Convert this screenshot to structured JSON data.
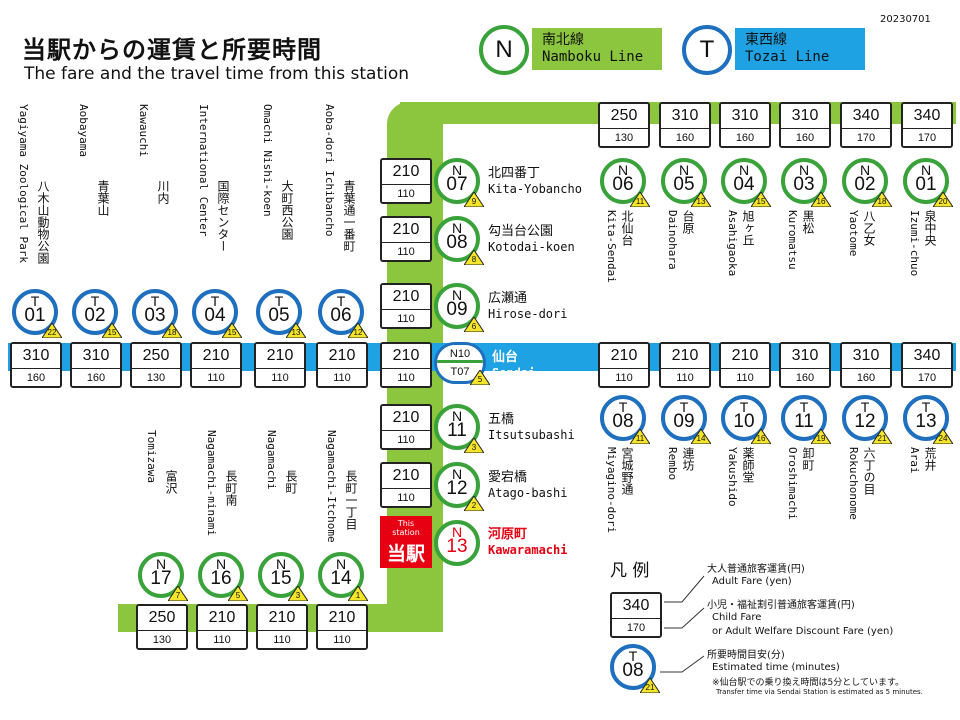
{
  "title_ja": "当駅からの運賃と所要時間",
  "title_en": "The fare and the travel time from this  station",
  "version": "20230701",
  "legend_lines": {
    "namboku": {
      "letter": "N",
      "name_ja": "南北線",
      "name_en": "Namboku Line",
      "color": "#8cc63f"
    },
    "tozai": {
      "letter": "T",
      "name_ja": "東西線",
      "name_en": "Tozai Line",
      "color": "#1ea2e3"
    }
  },
  "current_station": {
    "label_small": "This station",
    "label_ja": "当駅",
    "code_line": "N",
    "code_num": "13",
    "name_ja": "河原町",
    "name_en": "Kawaramachi"
  },
  "sendai": {
    "code_n": "N10",
    "code_t": "T07",
    "minutes": "5",
    "name_ja": "仙台",
    "name_en": "Sendai",
    "adult": "210",
    "child": "110"
  },
  "namboku_north_top": [
    {
      "line": "N",
      "num": "06",
      "min": "11",
      "ja": "北仙台",
      "en": "Kita-Sendai",
      "adult": "250",
      "child": "130"
    },
    {
      "line": "N",
      "num": "05",
      "min": "13",
      "ja": "台原",
      "en": "Dainohara",
      "adult": "310",
      "child": "160"
    },
    {
      "line": "N",
      "num": "04",
      "min": "15",
      "ja": "旭ヶ丘",
      "en": "Asahigaoka",
      "adult": "310",
      "child": "160"
    },
    {
      "line": "N",
      "num": "03",
      "min": "16",
      "ja": "黒松",
      "en": "Kuromatsu",
      "adult": "310",
      "child": "160"
    },
    {
      "line": "N",
      "num": "02",
      "min": "18",
      "ja": "八乙女",
      "en": "Yaotome",
      "adult": "340",
      "child": "170"
    },
    {
      "line": "N",
      "num": "01",
      "min": "20",
      "ja": "泉中央",
      "en": "Izumi-chuo",
      "adult": "340",
      "child": "170"
    }
  ],
  "namboku_vertical": [
    {
      "line": "N",
      "num": "07",
      "min": "9",
      "ja": "北四番丁",
      "en": "Kita-Yobancho",
      "adult": "210",
      "child": "110"
    },
    {
      "line": "N",
      "num": "08",
      "min": "8",
      "ja": "勾当台公園",
      "en": "Kotodai-koen",
      "adult": "210",
      "child": "110"
    },
    {
      "line": "N",
      "num": "09",
      "min": "6",
      "ja": "広瀬通",
      "en": "Hirose-dori",
      "adult": "210",
      "child": "110"
    },
    {
      "line": "N",
      "num": "11",
      "min": "3",
      "ja": "五橋",
      "en": "Itsutsubashi",
      "adult": "210",
      "child": "110"
    },
    {
      "line": "N",
      "num": "12",
      "min": "2",
      "ja": "愛宕橋",
      "en": "Atago-bashi",
      "adult": "210",
      "child": "110"
    }
  ],
  "namboku_south": [
    {
      "line": "N",
      "num": "17",
      "min": "7",
      "ja": "富沢",
      "en": "Tomizawa",
      "adult": "250",
      "child": "130"
    },
    {
      "line": "N",
      "num": "16",
      "min": "5",
      "ja": "長町南",
      "en": "Nagamachi-minami",
      "adult": "210",
      "child": "110"
    },
    {
      "line": "N",
      "num": "15",
      "min": "3",
      "ja": "長町",
      "en": "Nagamachi",
      "adult": "210",
      "child": "110"
    },
    {
      "line": "N",
      "num": "14",
      "min": "1",
      "ja": "長町一丁目",
      "en": "Nagamachi-Itchome",
      "adult": "210",
      "child": "110"
    }
  ],
  "tozai_west": [
    {
      "line": "T",
      "num": "01",
      "min": "22",
      "ja": "八木山動物公園",
      "en": "Yagiyama Zoological Park",
      "adult": "310",
      "child": "160"
    },
    {
      "line": "T",
      "num": "02",
      "min": "15",
      "ja": "青葉山",
      "en": "Aobayama",
      "adult": "310",
      "child": "160"
    },
    {
      "line": "T",
      "num": "03",
      "min": "18",
      "ja": "川内",
      "en": "Kawauchi",
      "adult": "250",
      "child": "130"
    },
    {
      "line": "T",
      "num": "04",
      "min": "15",
      "ja": "国際センター",
      "en": "International Center",
      "adult": "210",
      "child": "110"
    },
    {
      "line": "T",
      "num": "05",
      "min": "13",
      "ja": "大町西公園",
      "en": "Omachi Nishi-koen",
      "adult": "210",
      "child": "110"
    },
    {
      "line": "T",
      "num": "06",
      "min": "12",
      "ja": "青葉通一番町",
      "en": "Aoba-dori Ichibancho",
      "adult": "210",
      "child": "110"
    }
  ],
  "tozai_east": [
    {
      "line": "T",
      "num": "08",
      "min": "11",
      "ja": "宮城野通",
      "en": "Miyagino-dori",
      "adult": "210",
      "child": "110"
    },
    {
      "line": "T",
      "num": "09",
      "min": "14",
      "ja": "連坊",
      "en": "Rembo",
      "adult": "210",
      "child": "110"
    },
    {
      "line": "T",
      "num": "10",
      "min": "16",
      "ja": "薬師堂",
      "en": "Yakushido",
      "adult": "210",
      "child": "110"
    },
    {
      "line": "T",
      "num": "11",
      "min": "19",
      "ja": "卸町",
      "en": "Oroshimachi",
      "adult": "310",
      "child": "160"
    },
    {
      "line": "T",
      "num": "12",
      "min": "21",
      "ja": "六丁の目",
      "en": "Rokuchonome",
      "adult": "310",
      "child": "160"
    },
    {
      "line": "T",
      "num": "13",
      "min": "24",
      "ja": "荒井",
      "en": "Arai",
      "adult": "340",
      "child": "170"
    }
  ],
  "legend": {
    "heading": "凡 例",
    "sample_adult": "340",
    "sample_child": "170",
    "sample_line": "T",
    "sample_num": "08",
    "sample_min": "21",
    "adult_ja": "大人普通旅客運賃(円)",
    "adult_en": "Adult Fare (yen)",
    "child_ja": "小児・福祉割引普通旅客運賃(円)",
    "child_en": "Child Fare",
    "child_en2": "or Adult Welfare Discount Fare (yen)",
    "time_ja": "所要時間目安(分)",
    "time_en": "Estimated time (minutes)",
    "note_ja": "※仙台駅での乗り換え時間は5分としています。",
    "note_en": "Transfer time via Sendai Station is estimated as 5 minutes."
  }
}
